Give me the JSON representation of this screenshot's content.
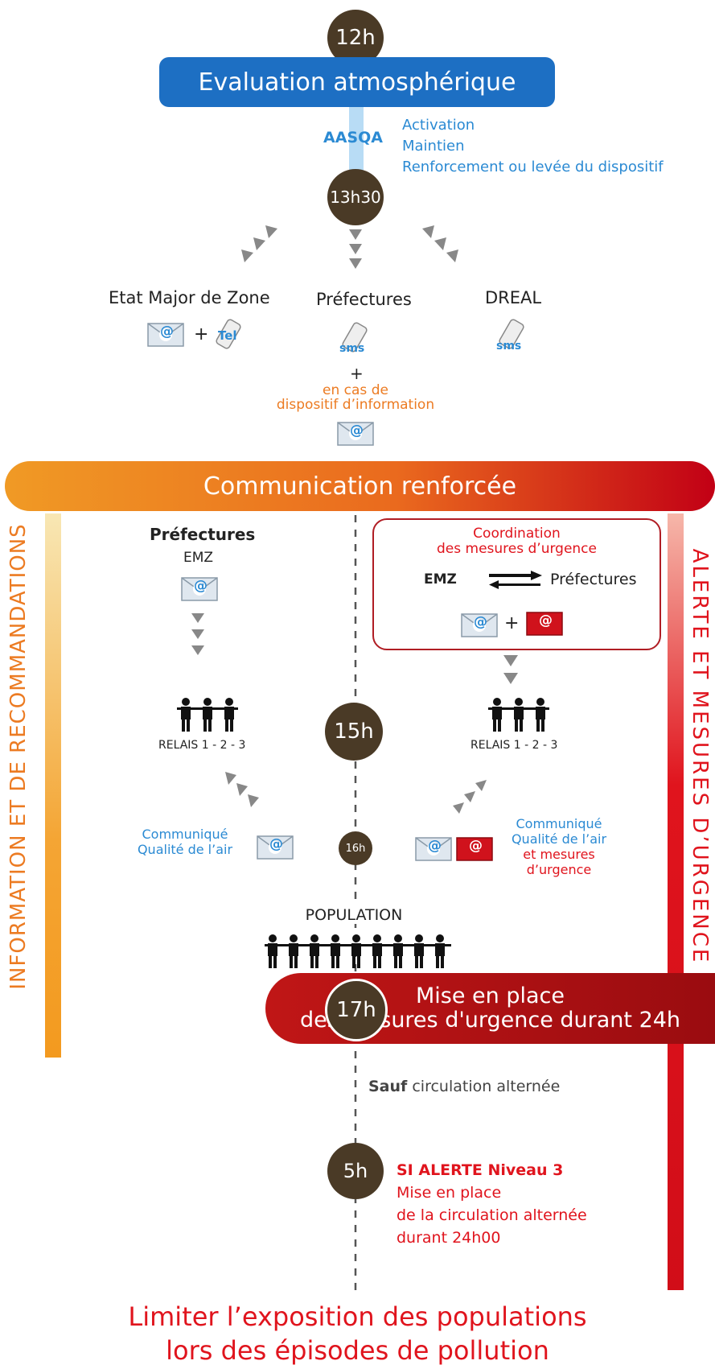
{
  "times": {
    "t12": "12h",
    "t1330": "13h30",
    "t15": "15h",
    "t16": "16h",
    "t17": "17h",
    "t5": "5h"
  },
  "top": {
    "title": "Evaluation atmosphérique",
    "aasqa": "AASQA",
    "actions": [
      "Activation",
      "Maintien",
      "Renforcement ou levée du dispositif"
    ]
  },
  "recipients": {
    "emz": "Etat Major de Zone",
    "prefectures": "Préfectures",
    "dreal": "DREAL",
    "plus": "+",
    "tel": "Tel",
    "sms": "sms",
    "info_case": [
      "en cas de",
      "dispositif d’information"
    ]
  },
  "communication": {
    "title": "Communication renforcée"
  },
  "left": {
    "side_label": "INFORMATION ET DE RECOMMANDATIONS",
    "prefectures": "Préfectures",
    "emz": "EMZ",
    "relais": "RELAIS 1 - 2 - 3",
    "communique": [
      "Communiqué",
      "Qualité de l’air"
    ]
  },
  "right": {
    "side_label": "ALERTE ET MESURES D’URGENCE",
    "coordination": [
      "Coordination",
      "des mesures d’urgence"
    ],
    "emz": "EMZ",
    "prefectures": "Préfectures",
    "plus": "+",
    "relais": "RELAIS 1 - 2 - 3",
    "communique": [
      "Communiqué",
      "Qualité de l’air",
      "et mesures",
      "d’urgence"
    ]
  },
  "population": "POPULATION",
  "mise_en_place": [
    "Mise en place",
    "des mesures d'urgence durant 24h"
  ],
  "sauf": {
    "bold": "Sauf",
    "rest": " circulation alternée"
  },
  "alerte3": {
    "title": "SI ALERTE Niveau 3",
    "lines": [
      "Mise en place",
      "de la circulation alternée",
      "durant 24h00"
    ]
  },
  "bottom": [
    "Limiter l’exposition des populations",
    "lors des épisodes de pollution"
  ],
  "at_symbol": "@",
  "colors": {
    "blue": "#1d6fc3",
    "brown": "#4a3a26",
    "orange": "#f09a25",
    "red": "#c20015"
  }
}
